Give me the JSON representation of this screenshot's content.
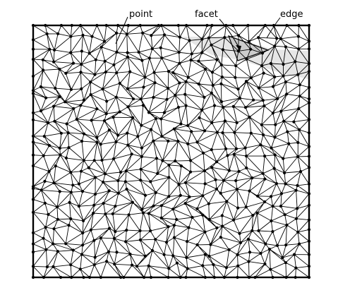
{
  "labels": {
    "point": "point",
    "facet": "facet",
    "edge": "edge"
  },
  "colors": {
    "ink": "#000000",
    "highlight_fill": "#d9d9d9",
    "background": "#ffffff"
  }
}
